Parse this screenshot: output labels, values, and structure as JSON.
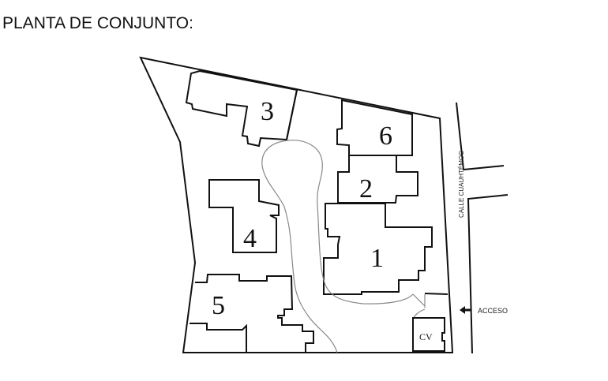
{
  "title": "PLANTA DE CONJUNTO:",
  "buildings": [
    {
      "label": "1"
    },
    {
      "label": "2"
    },
    {
      "label": "3"
    },
    {
      "label": "4"
    },
    {
      "label": "5"
    },
    {
      "label": "6"
    }
  ],
  "guard_house": "CV",
  "street": "CALLE CUAUHTÉMOC",
  "access": "ACCESO"
}
